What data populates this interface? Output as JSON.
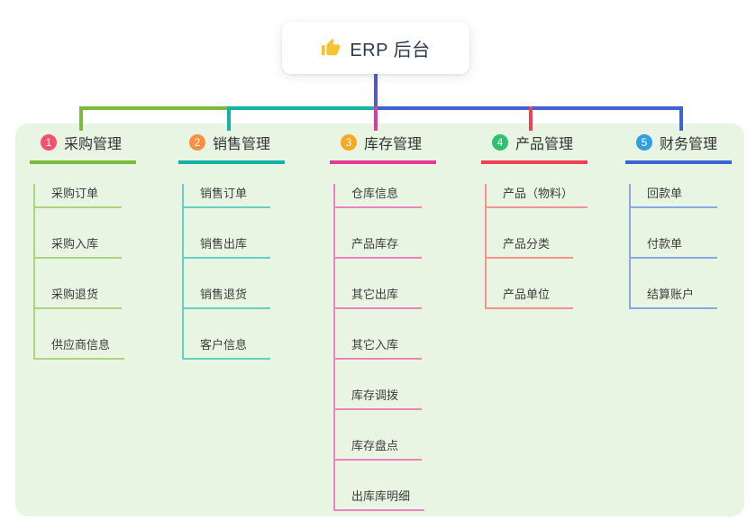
{
  "root": {
    "label": "ERP 后台",
    "icon": "thumbs-up-icon",
    "icon_color": "#f7c331"
  },
  "colors": {
    "panel_bg": "#e9f5e3",
    "root_line": "#5457ce"
  },
  "branches": [
    {
      "num": "1",
      "label": "采购管理",
      "badge_color": "#f4516c",
      "color": "#7cb93f",
      "color_light": "#aed37f",
      "children": [
        "采购订单",
        "采购入库",
        "采购退货",
        "供应商信息"
      ]
    },
    {
      "num": "2",
      "label": "销售管理",
      "badge_color": "#fd8e3d",
      "color": "#12b2a6",
      "color_light": "#66cfc5",
      "children": [
        "销售订单",
        "销售出库",
        "销售退货",
        "客户信息"
      ]
    },
    {
      "num": "3",
      "label": "库存管理",
      "badge_color": "#f9a825",
      "color": "#e23a99",
      "color_light": "#f080c0",
      "children": [
        "仓库信息",
        "产品库存",
        "其它出库",
        "其它入库",
        "库存调拨",
        "库存盘点",
        "出库库明细"
      ]
    },
    {
      "num": "4",
      "label": "产品管理",
      "badge_color": "#2dc26b",
      "color": "#ef4156",
      "color_light": "#f79090",
      "children": [
        "产品（物料）",
        "产品分类",
        "产品单位"
      ]
    },
    {
      "num": "5",
      "label": "财务管理",
      "badge_color": "#2f9fe0",
      "color": "#3c63d2",
      "color_light": "#8ba6e4",
      "children": [
        "回款单",
        "付款单",
        "结算账户"
      ]
    }
  ]
}
